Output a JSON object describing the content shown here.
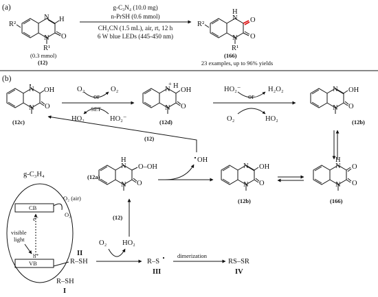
{
  "panel_a": {
    "label": "(a)",
    "reactant": {
      "R2": "R²",
      "R1": "R¹",
      "H": "H",
      "N_top": "N",
      "N_bottom": "N",
      "O": "O",
      "amount": "(0.3 mmol)",
      "id": "(12)"
    },
    "conditions": [
      "g-C₃N₄ (10.0 mg)",
      "n-PrSH (0.6 mmol)",
      "CH₃CN (1.5 mL), air, rt, 12 h",
      "6 W blue LEDs (445-450 nm)"
    ],
    "product": {
      "R2": "R²",
      "R1": "R¹",
      "NH": "H",
      "N": "N",
      "O1": "O",
      "O2": "O",
      "id": "(166)"
    },
    "yield_note": "23 examples, up to 96% yields"
  },
  "panel_b": {
    "label": "(b)",
    "ids": {
      "c": "(12c)",
      "d": "(12d)",
      "b_top": "(12b)",
      "a": "(12a)",
      "b_mid": "(12b)",
      "p": "(166)",
      "r1": "(12)",
      "r2": "(12)"
    },
    "o2_label": "O₂",
    "o2_rad": "O₂",
    "or_label": "or",
    "set_label": "SET",
    "ho2_rad": "HO₂",
    "ho2_minus": "HO₂⁻",
    "h2o2": "H₂O₂",
    "oh_rad": "OH",
    "oh": "OH",
    "ooh": "O–OH",
    "h_label": "H",
    "n_label": "N",
    "o_label": "O",
    "photocat": {
      "name": "g-C₃H₄",
      "cb": "CB",
      "vb": "VB",
      "light": [
        "visible",
        "light"
      ],
      "e": "e⁻",
      "h": "h⁺",
      "o2_air": "O₂ (air)",
      "o2_rad": "O₂"
    },
    "thiol": {
      "I_label": "I",
      "I_formula": "R–SH",
      "II_label": "II",
      "II_formula": "R–SH",
      "III_label": "III",
      "III_formula": "R–S",
      "IV_label": "IV",
      "IV_formula": "RS–SR",
      "dimerization": "dimerization"
    }
  }
}
